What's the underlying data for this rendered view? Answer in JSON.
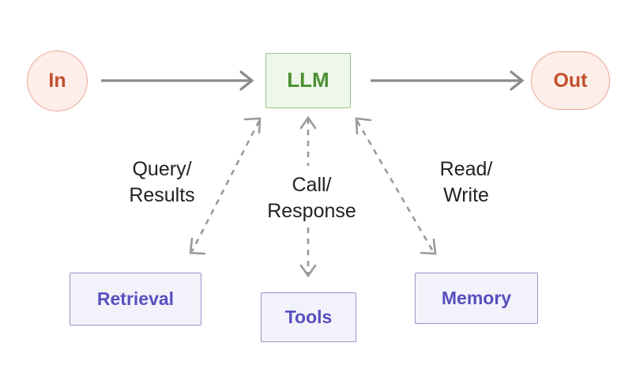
{
  "diagram": {
    "title": "LLM agent loop diagram",
    "background_color": "#ffffff",
    "nodes": [
      {
        "id": "in",
        "label": "In",
        "shape": "circle",
        "fill": "#fdeeea",
        "stroke": "#e9a491",
        "text_color": "#c2502b"
      },
      {
        "id": "llm",
        "label": "LLM",
        "shape": "rectangle",
        "fill": "#eef7ea",
        "stroke": "#96c483",
        "text_color": "#4b9031"
      },
      {
        "id": "out",
        "label": "Out",
        "shape": "stadium",
        "fill": "#fdeeea",
        "stroke": "#e9a491",
        "text_color": "#c2502b"
      },
      {
        "id": "retrieval",
        "label": "Retrieval",
        "shape": "rectangle",
        "fill": "#f2f2fa",
        "stroke": "#9a95cc",
        "text_color": "#5b4ec0"
      },
      {
        "id": "tools",
        "label": "Tools",
        "shape": "rectangle",
        "fill": "#f2f2fa",
        "stroke": "#9a95cc",
        "text_color": "#5b4ec0"
      },
      {
        "id": "memory",
        "label": "Memory",
        "shape": "rectangle",
        "fill": "#f2f2fa",
        "stroke": "#9a95cc",
        "text_color": "#5b4ec0"
      }
    ],
    "edges": [
      {
        "id": "in-to-llm",
        "from": "in",
        "to": "llm",
        "label": "",
        "style": "solid",
        "direction": "forward",
        "color": "#8a8a8a"
      },
      {
        "id": "llm-to-out",
        "from": "llm",
        "to": "out",
        "label": "",
        "style": "solid",
        "direction": "forward",
        "color": "#8a8a8a"
      },
      {
        "id": "llm-retrieval",
        "from": "llm",
        "to": "retrieval",
        "label": "Query/\nResults",
        "style": "dashed",
        "direction": "both",
        "color": "#9a9a9a"
      },
      {
        "id": "llm-tools",
        "from": "llm",
        "to": "tools",
        "label": "Call/\nResponse",
        "style": "dashed",
        "direction": "both",
        "color": "#9a9a9a"
      },
      {
        "id": "llm-memory",
        "from": "llm",
        "to": "memory",
        "label": "Read/\nWrite",
        "style": "dashed",
        "direction": "both",
        "color": "#9a9a9a"
      }
    ],
    "label_text_color": "#222222"
  }
}
